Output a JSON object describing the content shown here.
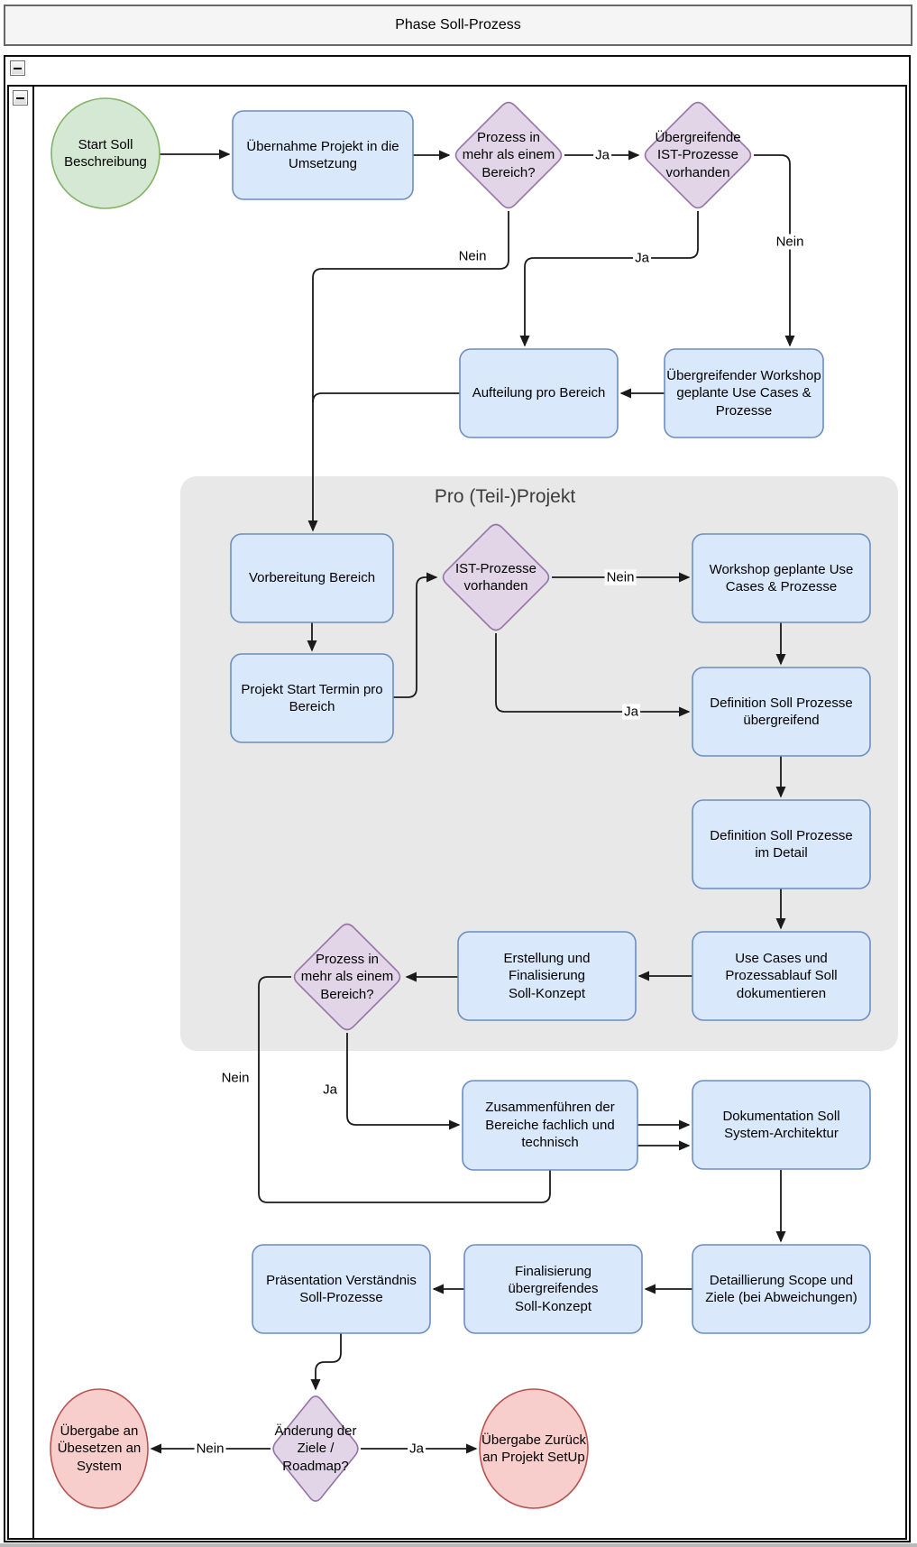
{
  "window_title": "Phase Soll-Prozess",
  "collapse_glyph": "minus",
  "diagram": {
    "group_label": "Pro (Teil-)Projekt",
    "nodes": {
      "start": "Start Soll\nBeschreibung",
      "uebernahme": "Übernahme Projekt in die\nUmsetzung",
      "d1": "Prozess in\nmehr als einem\nBereich?",
      "d2": "Übergreifende\nIST-Prozesse\nvorhanden",
      "aufteilung": "Aufteilung pro Bereich",
      "uworkshop": "Übergreifender Workshop\ngeplante Use Cases &\nProzesse",
      "vorbereitung": "Vorbereitung Bereich",
      "projektstart": "Projekt Start Termin pro\nBereich",
      "istproz": "IST-Prozesse\nvorhanden",
      "workshop2": "Workshop geplante Use\nCases & Prozesse",
      "defueber": "Definition Soll Prozesse\nübergreifend",
      "defdetail": "Definition Soll Prozesse\nim Detail",
      "usecases": "Use Cases und\nProzessablauf Soll\ndokumentieren",
      "erstellung": "Erstellung und\nFinalisierung\nSoll-Konzept",
      "d3": "Prozess in\nmehr als einem\nBereich?",
      "zusammen": "Zusammenführen der\nBereiche fachlich und\ntechnisch",
      "doku": "Dokumentation Soll\nSystem-Architektur",
      "detaillierung": "Detaillierung Scope und\nZiele (bei Abweichungen)",
      "finalisierung": "Finalisierung\nübergreifendes\nSoll-Konzept",
      "praesentation": "Präsentation Verständnis\nSoll-Prozesse",
      "d4": "Änderung der\nZiele /\nRoadmap?",
      "endleft": "Übergabe an\nÜbesetzen an\nSystem",
      "endright": "Übergabe Zurück\nan Projekt SetUp"
    },
    "edge_labels": {
      "ja1": "Ja",
      "ja2": "Ja",
      "ja3": "Ja",
      "ja4": "Ja",
      "ja5": "Ja",
      "nein1": "Nein",
      "nein2": "Nein",
      "nein3": "Nein",
      "nein4": "Nein",
      "nein5": "Nein"
    },
    "colors": {
      "process_fill": "#dae8fc",
      "process_stroke": "#6c8ebf",
      "decision_fill": "#e1d5e7",
      "decision_stroke": "#9673a6",
      "start_fill": "#d5e8d4",
      "start_stroke": "#82b366",
      "end_fill": "#f8cecc",
      "end_stroke": "#b85450",
      "group_fill": "#e8e8e8",
      "edge_stroke": "#1a1a1a"
    }
  }
}
